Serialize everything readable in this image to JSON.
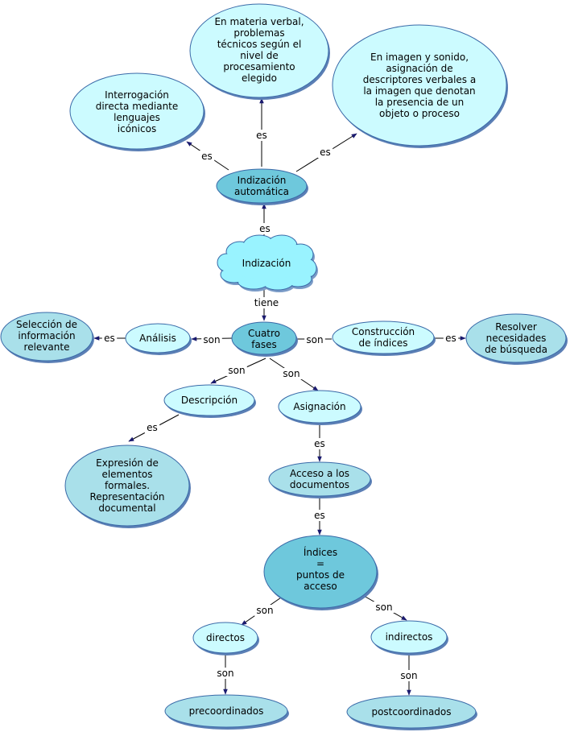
{
  "colors": {
    "light": "#ccfbff",
    "medium": "#a9e0ea",
    "dark": "#6ec8dc",
    "cloud": "#99f3ff",
    "border": "#3a6aa8",
    "line": "#000000",
    "arrow": "#1a1a6e"
  },
  "nodes": {
    "interrogacion": [
      "Interrogación",
      "directa mediante",
      "lenguajes",
      "icónicos"
    ],
    "materia_verbal": [
      "En materia verbal,",
      "problemas",
      "técnicos según el",
      "nivel de",
      "procesamiento",
      "elegido"
    ],
    "imagen_sonido": [
      "En imagen y sonido,",
      "asignación de",
      "descriptores verbales a",
      "la imagen que denotan",
      "la presencia de un",
      "objeto o proceso"
    ],
    "indizacion_automatica": [
      "Indización",
      "automática"
    ],
    "indizacion": [
      "Indización"
    ],
    "seleccion": [
      "Selección de",
      "información",
      "relevante"
    ],
    "analisis": [
      "Análisis"
    ],
    "cuatro_fases": [
      "Cuatro",
      "fases"
    ],
    "construccion": [
      "Construcción",
      "de índices"
    ],
    "resolver": [
      "Resolver",
      "necesidades",
      "de búsqueda"
    ],
    "descripcion": [
      "Descripción"
    ],
    "asignacion": [
      "Asignación"
    ],
    "expresion": [
      "Expresión de",
      "elementos",
      "formales.",
      "Representación",
      "documental"
    ],
    "acceso": [
      "Acceso a los",
      "documentos"
    ],
    "indices": [
      "Índices",
      "=",
      "puntos de",
      "acceso"
    ],
    "directos": [
      "directos"
    ],
    "indirectos": [
      "indirectos"
    ],
    "precoordinados": [
      "precoordinados"
    ],
    "postcoordinados": [
      "postcoordinados"
    ]
  },
  "links": {
    "es_interrogacion": "es",
    "es_materia": "es",
    "es_imagen": "es",
    "es_automatica": "es",
    "tiene": "tiene",
    "son_analisis": "son",
    "es_seleccion": "es",
    "son_construccion": "son",
    "es_resolver": "es",
    "son_descripcion": "son",
    "son_asignacion": "son",
    "es_expresion": "es",
    "es_acceso": "es",
    "es_indices": "es",
    "son_directos": "son",
    "son_indirectos": "son",
    "son_pre": "son",
    "son_post": "son"
  }
}
